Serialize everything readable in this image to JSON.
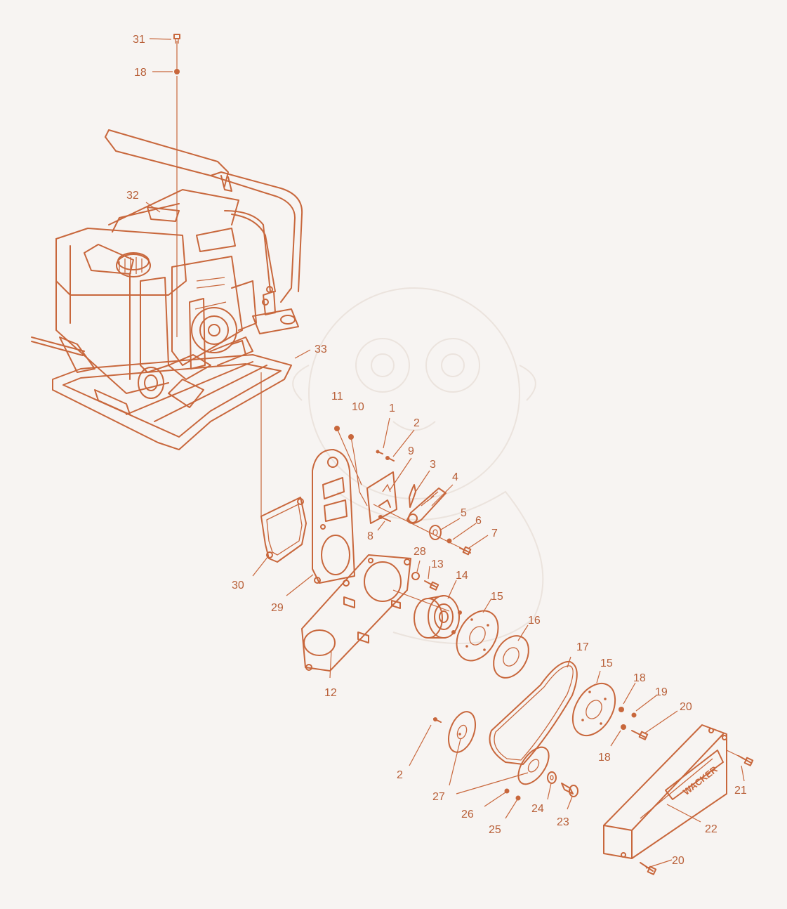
{
  "diagram": {
    "brand_label": "WACKER",
    "line_color": "#c8673c",
    "background": "#f7f4f2",
    "callouts": [
      {
        "id": "31",
        "text": "31"
      },
      {
        "id": "18a",
        "text": "18"
      },
      {
        "id": "32",
        "text": "32"
      },
      {
        "id": "33",
        "text": "33"
      },
      {
        "id": "11",
        "text": "11"
      },
      {
        "id": "10",
        "text": "10"
      },
      {
        "id": "1",
        "text": "1"
      },
      {
        "id": "2a",
        "text": "2"
      },
      {
        "id": "9",
        "text": "9"
      },
      {
        "id": "3",
        "text": "3"
      },
      {
        "id": "4",
        "text": "4"
      },
      {
        "id": "5",
        "text": "5"
      },
      {
        "id": "6",
        "text": "6"
      },
      {
        "id": "7",
        "text": "7"
      },
      {
        "id": "8",
        "text": "8"
      },
      {
        "id": "28",
        "text": "28"
      },
      {
        "id": "13",
        "text": "13"
      },
      {
        "id": "30",
        "text": "30"
      },
      {
        "id": "29",
        "text": "29"
      },
      {
        "id": "14",
        "text": "14"
      },
      {
        "id": "15a",
        "text": "15"
      },
      {
        "id": "16",
        "text": "16"
      },
      {
        "id": "12",
        "text": "12"
      },
      {
        "id": "17",
        "text": "17"
      },
      {
        "id": "15b",
        "text": "15"
      },
      {
        "id": "18b",
        "text": "18"
      },
      {
        "id": "19",
        "text": "19"
      },
      {
        "id": "20a",
        "text": "20"
      },
      {
        "id": "18c",
        "text": "18"
      },
      {
        "id": "2b",
        "text": "2"
      },
      {
        "id": "27",
        "text": "27"
      },
      {
        "id": "21",
        "text": "21"
      },
      {
        "id": "26",
        "text": "26"
      },
      {
        "id": "24",
        "text": "24"
      },
      {
        "id": "23",
        "text": "23"
      },
      {
        "id": "22",
        "text": "22"
      },
      {
        "id": "25",
        "text": "25"
      },
      {
        "id": "20b",
        "text": "20"
      }
    ]
  }
}
